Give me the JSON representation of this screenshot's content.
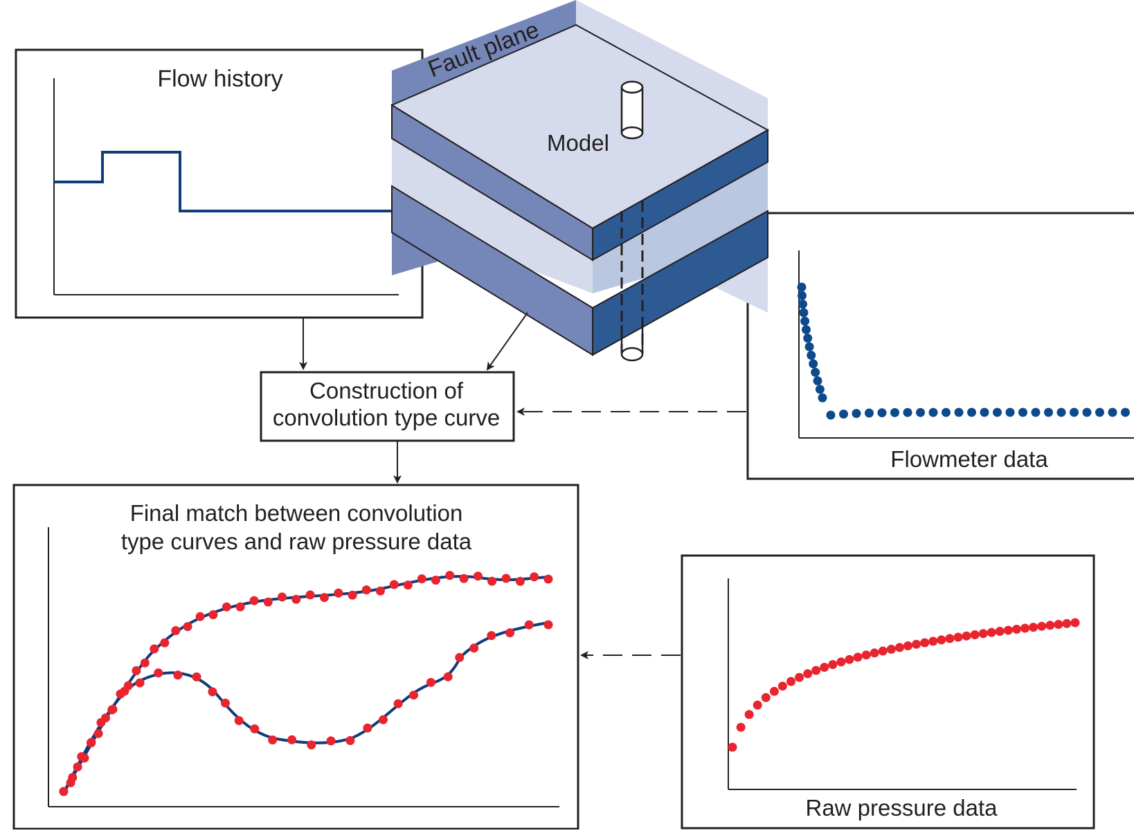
{
  "labels": {
    "fault_plane": "Fault plane",
    "model": "Model",
    "flow_history": "Flow history",
    "construction_line1": "Construction of",
    "construction_line2": "convolution type curve",
    "flowmeter": "Flowmeter data",
    "final_match_line1": "Final match between convolution",
    "final_match_line2": "type curves and raw pressure data",
    "raw_pressure": "Raw pressure data"
  },
  "colors": {
    "dark_blue": "#2e5a94",
    "mid_blue": "#7587b9",
    "light_blue": "#d5dbec",
    "band_blue": "#b9c8e0",
    "marker_blue": "#0d4a8c",
    "marker_red": "#e8242f",
    "curve_blue": "#0f3d7a",
    "line_black": "#231f20"
  },
  "icons": {
    "wellbore": "cylinder-well-icon"
  }
}
